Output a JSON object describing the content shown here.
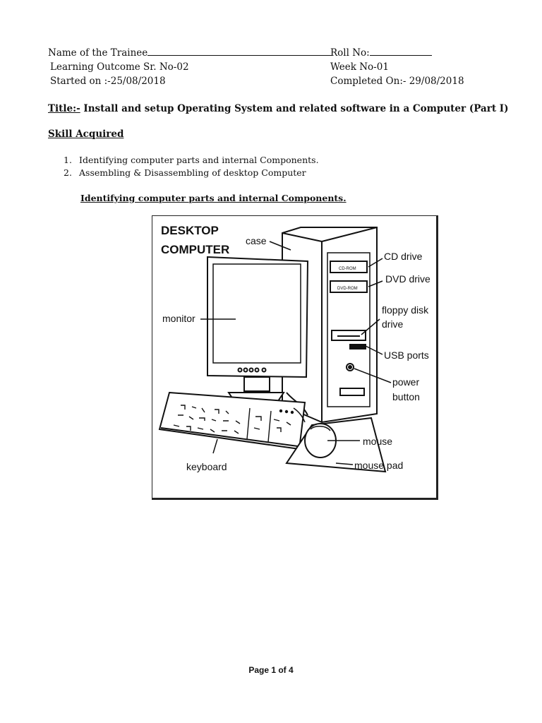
{
  "header": {
    "trainee_label": "Name of the Trainee",
    "roll_label": "Roll No:",
    "outcome": "Learning Outcome Sr. No-02",
    "week": "Week No-01",
    "started": "Started on :-25/08/2018",
    "completed": "Completed On:- 29/08/2018"
  },
  "title": {
    "label": "Title:-",
    "text": " Install and setup Operating System and related software in a Computer (Part I)"
  },
  "skill_heading": "Skill Acquired",
  "skills": [
    {
      "num": "1.",
      "text": "Identifying computer parts and internal Components."
    },
    {
      "num": "2.",
      "text": "Assembling & Disassembling of desktop Computer"
    }
  ],
  "section_heading": "Identifying computer parts and internal Components.",
  "figure": {
    "title_line1": "DESKTOP",
    "title_line2": "COMPUTER",
    "labels": {
      "case": "case",
      "cd_drive": "CD drive",
      "dvd_drive": "DVD drive",
      "floppy_line1": "floppy disk",
      "floppy_line2": "drive",
      "usb_ports": "USB ports",
      "power_line1": "power",
      "power_line2": "button",
      "monitor": "monitor",
      "mouse": "mouse",
      "mouse_pad": "mouse pad",
      "keyboard": "keyboard",
      "cdrom_text": "CD-ROM",
      "dvdrom_text": "DVD-ROM"
    }
  },
  "footer": "Page 1 of 4"
}
